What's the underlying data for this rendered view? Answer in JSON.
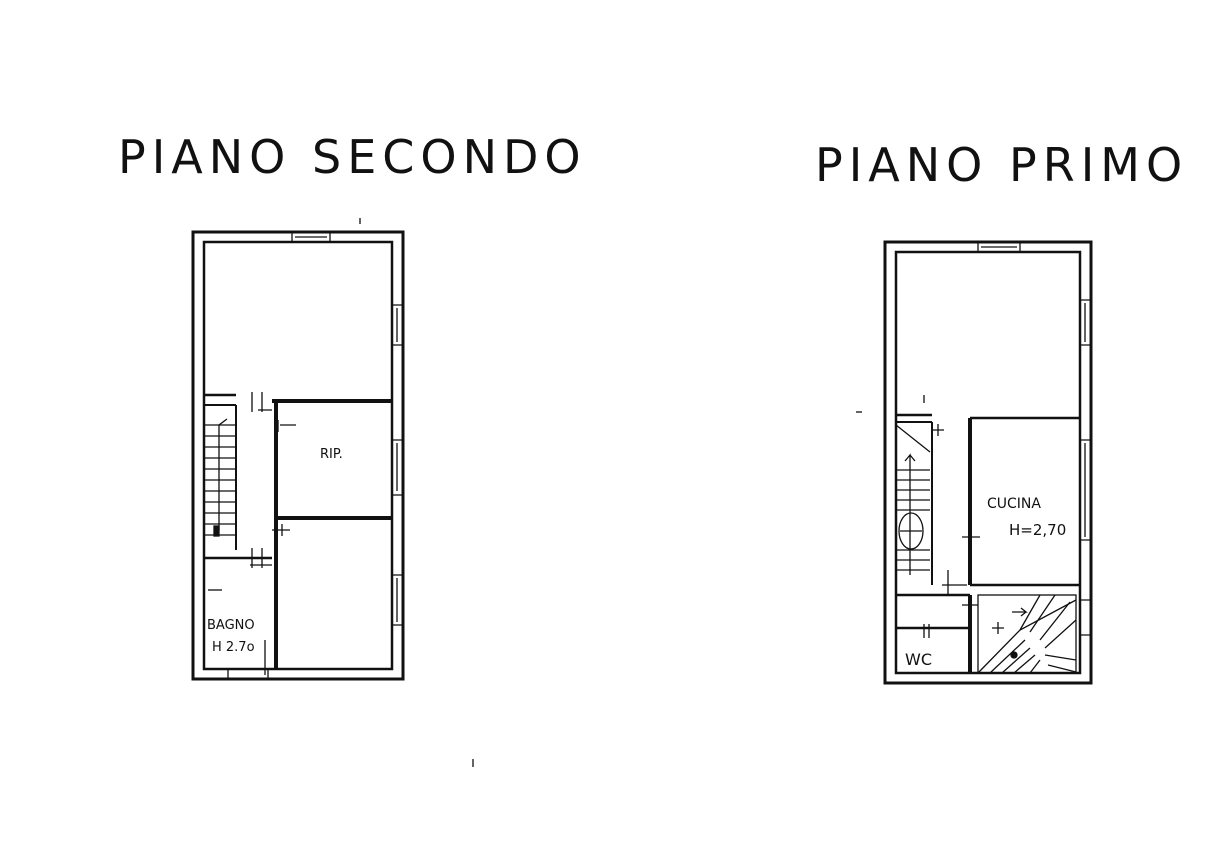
{
  "floors": [
    {
      "title": "PIANO SECONDO",
      "rooms": [
        {
          "label": "RIP."
        },
        {
          "label": "BAGNO",
          "note": "H 2.7o"
        }
      ]
    },
    {
      "title": "PIANO PRIMO",
      "rooms": [
        {
          "label": "CUCINA",
          "note": "H=2,70"
        },
        {
          "label": "WC"
        }
      ]
    }
  ]
}
